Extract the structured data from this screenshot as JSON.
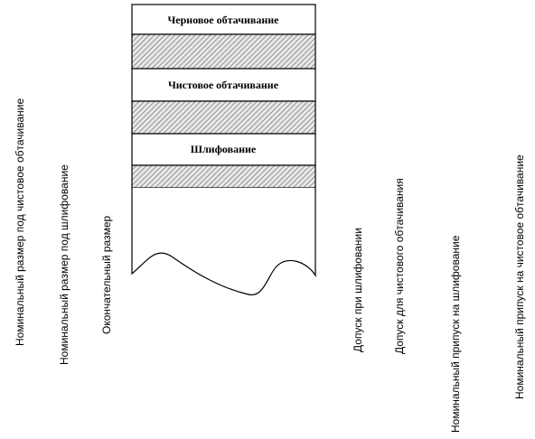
{
  "stack": {
    "layers": [
      {
        "id": "rough-turning",
        "label": "Черновое обтачивание"
      },
      {
        "id": "finish-turning",
        "label": "Чистовое обтачивание"
      },
      {
        "id": "grinding",
        "label": "Шлифование"
      }
    ]
  },
  "left_labels": [
    "Номинальный размер под чистовое обтачивание",
    "Номинальный размер под шлифование",
    "Окончательный размер"
  ],
  "right_labels": [
    "Допуск при шлифовании",
    "Допуск для чистового обтачивания",
    "Номинальный припуск на шлифование",
    "Номинальный припуск на  чистовое обтачивание"
  ],
  "colors": {
    "stroke": "#000000",
    "hatch_background": "#e8e8e8",
    "hatch_line": "#555555"
  }
}
